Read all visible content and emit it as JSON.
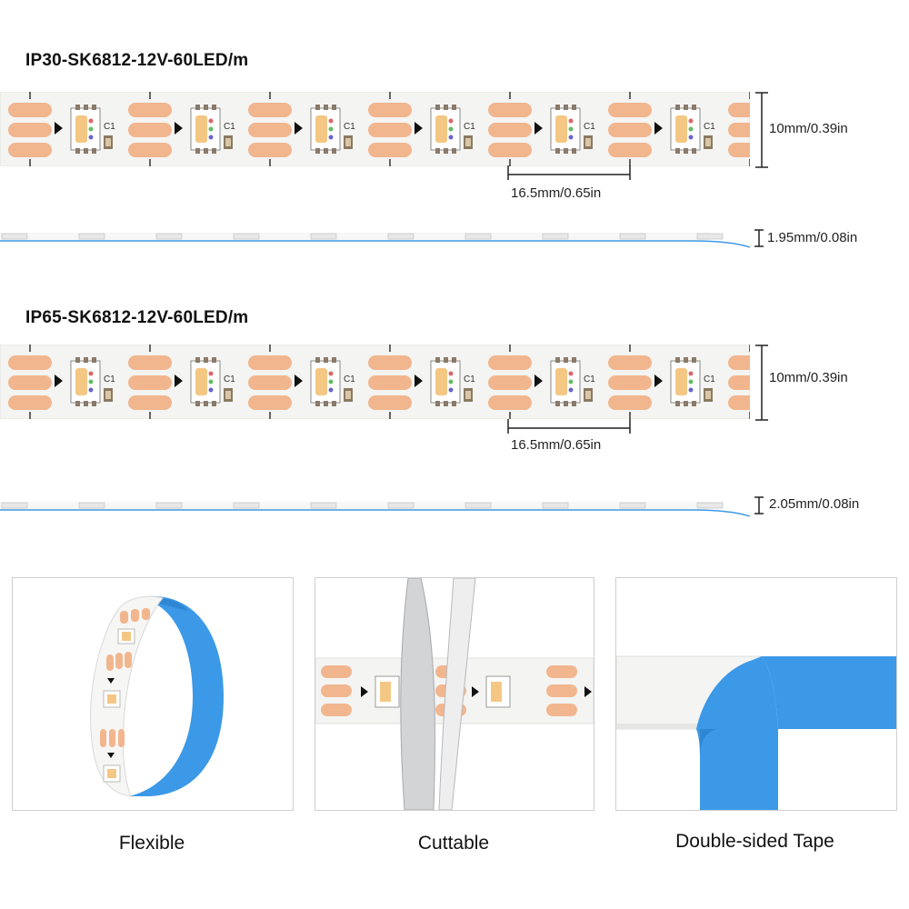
{
  "strip1": {
    "title": "IP30-SK6812-12V-60LED/m",
    "width_label": "10mm/0.39in",
    "pitch_label": "16.5mm/0.65in",
    "thickness_label": "1.95mm/0.08in"
  },
  "strip2": {
    "title": "IP65-SK6812-12V-60LED/m",
    "width_label": "10mm/0.39in",
    "pitch_label": "16.5mm/0.65in",
    "thickness_label": "2.05mm/0.08in"
  },
  "component_label": "C1",
  "features": [
    {
      "caption": "Flexible"
    },
    {
      "caption": "Cuttable"
    },
    {
      "caption": "Double-sided Tape"
    }
  ],
  "colors": {
    "pcb": "#f4f4f2",
    "pad": "#f2b68f",
    "led_warm": "#f5c784",
    "tape_blue": "#3b99e8"
  }
}
